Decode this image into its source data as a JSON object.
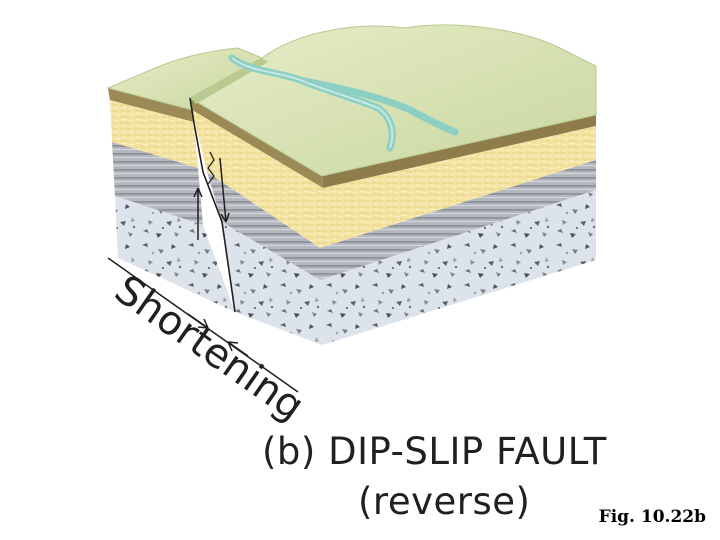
{
  "diagram": {
    "shortening_label": "Shortening",
    "caption_title": "(b) DIP-SLIP FAULT",
    "caption_subtitle": "(reverse)",
    "figure_label": "Fig. 10.22b"
  },
  "colors": {
    "surface": "#d9e3b6",
    "surface_shadow": "#b9c992",
    "river": "#8ccfc4",
    "soil_edge": "#9b8a55",
    "sandstone": "#f4e4a4",
    "shale": "#a9adb3",
    "granite": "#dde3ea",
    "granite_speckle": "#6b7079",
    "ink": "#231f20"
  },
  "icons": [
    "fault-slip-arrow-icon",
    "shortening-arrow-icon"
  ]
}
